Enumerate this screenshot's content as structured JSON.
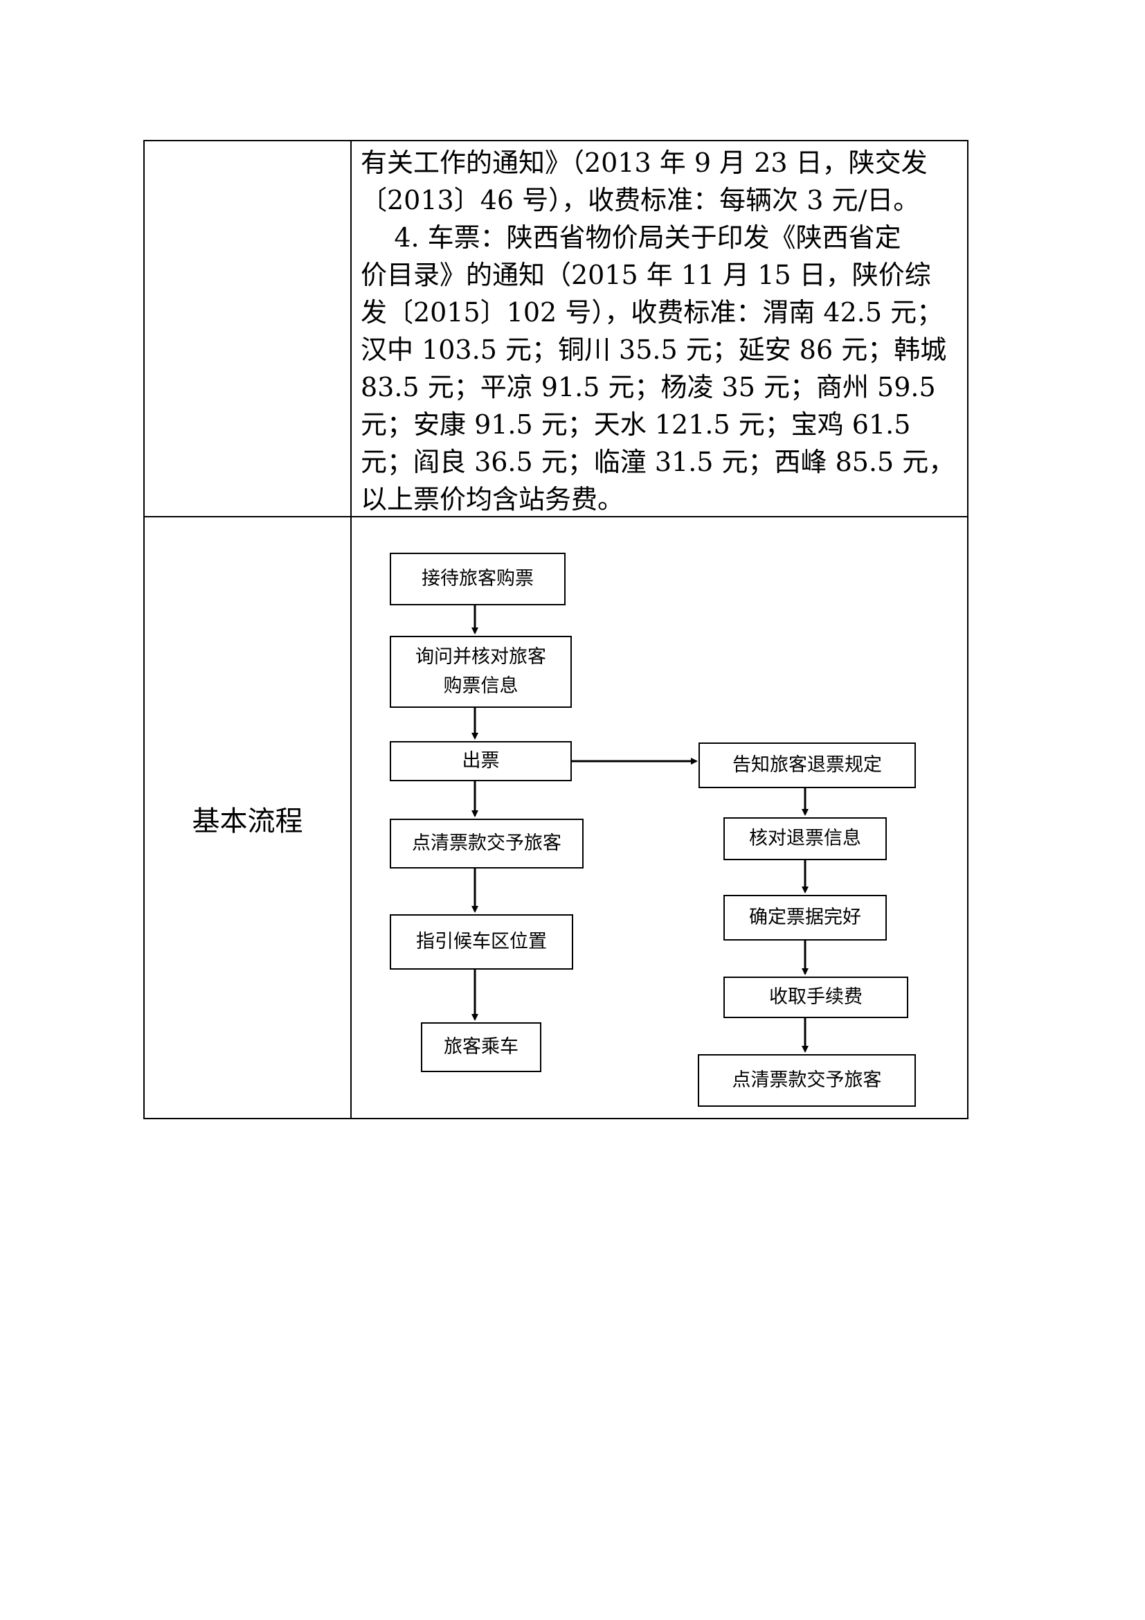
{
  "text_lines": [
    "有关工作的通知》（2013 年 9 月 23 日，陕交发",
    "〔2013〕46 号），收费标准：每辆次 3 元/日。",
    "    4. 车票：陕西省物价局关于印发《陕西省定",
    "价目录》的通知（2015 年 11 月 15 日，陕价综",
    "发〔2015〕102 号），收费标准：渭南 42.5 元；",
    "汉中 103.5 元；铜川 35.5 元；延安 86 元；韩城",
    "83.5 元；平凉 91.5 元；杨凌 35 元；商州 59.5",
    "元；安康 91.5 元；天水 121.5 元；宝鸡 61.5",
    "元；阎良 36.5 元；临潼 31.5 元；西峰 85.5 元，",
    "以上票价均含站务费。"
  ],
  "row_label": "基本流程",
  "flow_left": [
    "接待旅客购票",
    "询问并核对旅客\n购票信息",
    "出票",
    "点清票款交予旅客",
    "指引候车区位置",
    "旅客乘车"
  ],
  "flow_right": [
    "告知旅客退票规定",
    "核对退票信息",
    "确定票据完好",
    "收取手续费",
    "点清票款交予旅客"
  ]
}
